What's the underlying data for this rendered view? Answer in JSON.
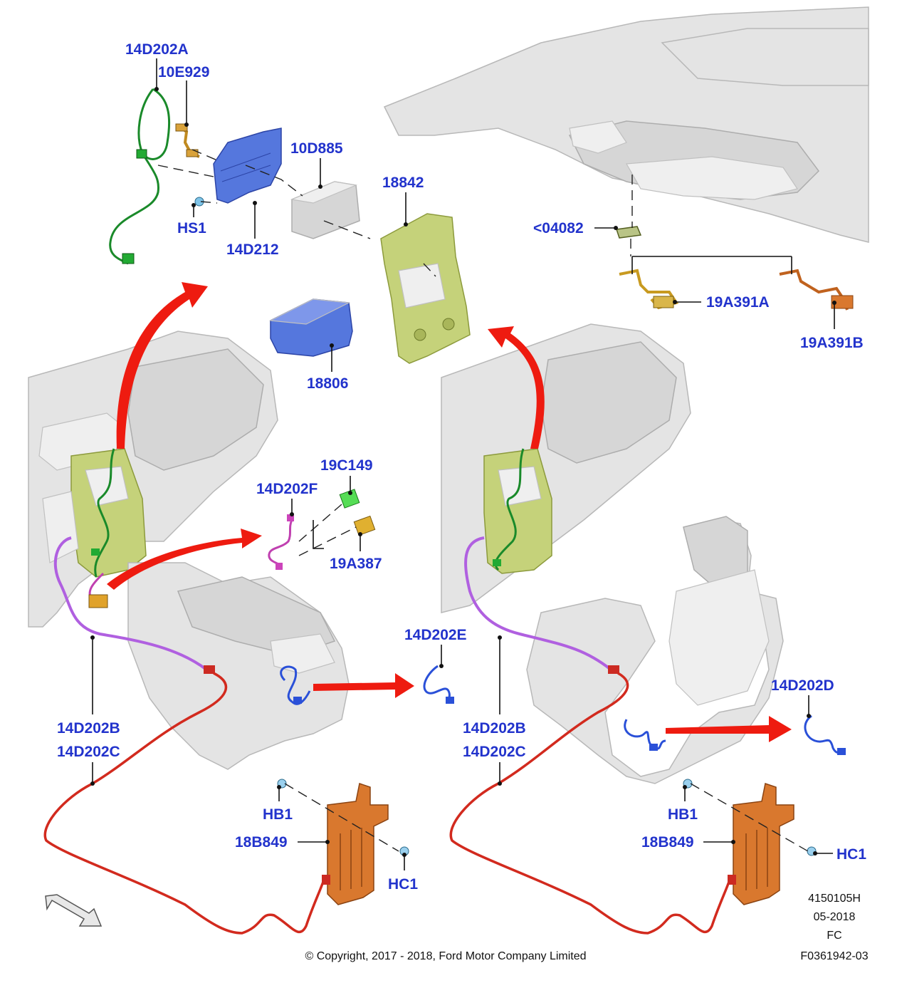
{
  "diagram": {
    "parts": {
      "p14D202A": "14D202A",
      "p10E929": "10E929",
      "p10D885": "10D885",
      "p18842": "18842",
      "pHS1": "HS1",
      "p14D212": "14D212",
      "p18806": "18806",
      "p04082": "<04082",
      "p19A391A": "19A391A",
      "p19A391B": "19A391B",
      "p19C149": "19C149",
      "p14D202F": "14D202F",
      "p19A387": "19A387",
      "p14D202E": "14D202E",
      "p14D202D": "14D202D",
      "p14D202B_left": "14D202B",
      "p14D202C_left": "14D202C",
      "p14D202B_right": "14D202B",
      "p14D202C_right": "14D202C",
      "pHB1_left": "HB1",
      "p18B849_left": "18B849",
      "pHC1_left": "HC1",
      "pHB1_right": "HB1",
      "p18B849_right": "18B849",
      "pHC1_right": "HC1"
    },
    "footer": {
      "copyright": "© Copyright, 2017 - 2018, Ford Motor Company Limited",
      "code1": "4150105H",
      "date": "05-2018",
      "code2": "FC",
      "code3": "F0361942-03"
    },
    "colors": {
      "label": "#2233cc",
      "arrow": "#ee1b10",
      "harness_red": "#d22a1e",
      "harness_purple": "#b060e0",
      "harness_green": "#1a8a2a",
      "harness_blue": "#2a50d8"
    }
  }
}
